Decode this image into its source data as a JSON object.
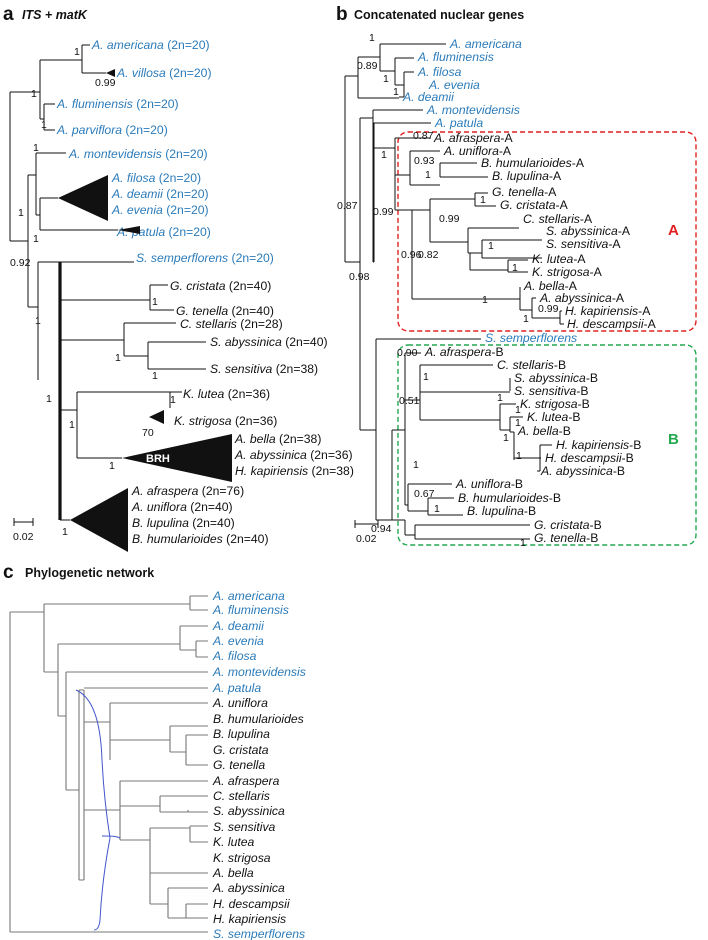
{
  "colors": {
    "blue": "#2b7bb9",
    "red": "#e02020",
    "green": "#22a94f",
    "ink": "#111111",
    "network_line": "#4455cc"
  },
  "panel_a": {
    "letter": "a",
    "title": "ITS + matK",
    "scale_label": "0.02",
    "clade_label": "BRH",
    "taxa": [
      {
        "name": "A. americana",
        "ploidy": " (2n=20)",
        "blue": true
      },
      {
        "name": "A. villosa",
        "ploidy": " (2n=20)",
        "blue": true
      },
      {
        "name": "A. fluminensis",
        "ploidy": " (2n=20)",
        "blue": true
      },
      {
        "name": "A. parviflora",
        "ploidy": " (2n=20)",
        "blue": true
      },
      {
        "name": "A. montevidensis",
        "ploidy": " (2n=20)",
        "blue": true
      },
      {
        "name": "A. filosa",
        "ploidy": " (2n=20)",
        "blue": true
      },
      {
        "name": "A. deamii",
        "ploidy": " (2n=20)",
        "blue": true
      },
      {
        "name": "A. evenia",
        "ploidy": " (2n=20)",
        "blue": true
      },
      {
        "name": "A. patula",
        "ploidy": " (2n=20)",
        "blue": true
      },
      {
        "name": "S. semperflorens",
        "ploidy": " (2n=20)",
        "blue": true
      },
      {
        "name": "G. cristata",
        "ploidy": " (2n=40)",
        "blue": false
      },
      {
        "name": "G. tenella",
        "ploidy": " (2n=40)",
        "blue": false
      },
      {
        "name": "C. stellaris",
        "ploidy": " (2n=28)",
        "blue": false
      },
      {
        "name": "S. abyssinica",
        "ploidy": " (2n=40)",
        "blue": false
      },
      {
        "name": "S. sensitiva",
        "ploidy": " (2n=38)",
        "blue": false
      },
      {
        "name": "K. lutea",
        "ploidy": " (2n=36)",
        "blue": false
      },
      {
        "name": "K. strigosa",
        "ploidy": " (2n=36)",
        "blue": false
      },
      {
        "name": "A. bella",
        "ploidy": " (2n=38)",
        "blue": false
      },
      {
        "name": "A. abyssinica",
        "ploidy": " (2n=36)",
        "blue": false
      },
      {
        "name": "H. kapiriensis",
        "ploidy": " (2n=38)",
        "blue": false
      },
      {
        "name": "A. afraspera",
        "ploidy": " (2n=76)",
        "blue": false
      },
      {
        "name": "A. uniflora",
        "ploidy": " (2n=40)",
        "blue": false
      },
      {
        "name": "B. lupulina",
        "ploidy": " (2n=40)",
        "blue": false
      },
      {
        "name": "B. humularioides",
        "ploidy": " (2n=40)",
        "blue": false
      }
    ],
    "supports": [
      "1",
      "0.99",
      "1",
      "1",
      "1",
      "1",
      "0.92",
      "1",
      "1",
      "1",
      "1",
      "1",
      "1",
      "1",
      "70",
      "1",
      "1",
      "1"
    ]
  },
  "panel_b": {
    "letter": "b",
    "title": "Concatenated nuclear genes",
    "scale_label": "0.02",
    "group_a": "A",
    "group_b": "B",
    "taxa_top": [
      {
        "name": "A. americana",
        "suffix": "",
        "blue": true
      },
      {
        "name": "A. fluminensis",
        "suffix": "",
        "blue": true
      },
      {
        "name": "A. filosa",
        "suffix": "",
        "blue": true
      },
      {
        "name": "A. evenia",
        "suffix": "",
        "blue": true
      },
      {
        "name": "A. deamii",
        "suffix": "",
        "blue": true
      },
      {
        "name": "A. montevidensis",
        "suffix": "",
        "blue": true
      },
      {
        "name": "A. patula",
        "suffix": "",
        "blue": true
      }
    ],
    "taxa_a": [
      {
        "name": "A. afraspera",
        "suffix": "-A"
      },
      {
        "name": "A. uniflora",
        "suffix": "-A"
      },
      {
        "name": "B. humularioides",
        "suffix": "-A"
      },
      {
        "name": "B. lupulina",
        "suffix": "-A"
      },
      {
        "name": "G. tenella",
        "suffix": "-A"
      },
      {
        "name": "G. cristata",
        "suffix": "-A"
      },
      {
        "name": "C. stellaris",
        "suffix": "-A"
      },
      {
        "name": "S. abyssinica",
        "suffix": "-A"
      },
      {
        "name": "S. sensitiva",
        "suffix": "-A"
      },
      {
        "name": "K. lutea",
        "suffix": "-A"
      },
      {
        "name": "K. strigosa",
        "suffix": "-A"
      },
      {
        "name": "A. bella",
        "suffix": "-A"
      },
      {
        "name": "A. abyssinica",
        "suffix": "-A"
      },
      {
        "name": "H. kapiriensis",
        "suffix": "-A"
      },
      {
        "name": "H. descampsii",
        "suffix": "-A"
      }
    ],
    "semperflorens": "S. semperflorens",
    "taxa_b": [
      {
        "name": "A. afraspera",
        "suffix": "-B"
      },
      {
        "name": "C. stellaris",
        "suffix": "-B"
      },
      {
        "name": "S. abyssinica",
        "suffix": "-B"
      },
      {
        "name": "S. sensitiva",
        "suffix": "-B"
      },
      {
        "name": "K. strigosa",
        "suffix": "-B"
      },
      {
        "name": "K. lutea",
        "suffix": "-B"
      },
      {
        "name": "A. bella",
        "suffix": "-B"
      },
      {
        "name": "H. kapiriensis",
        "suffix": "-B"
      },
      {
        "name": "H. descampsii",
        "suffix": "-B"
      },
      {
        "name": "A. abyssinica",
        "suffix": "-B"
      },
      {
        "name": "A. uniflora",
        "suffix": "-B"
      },
      {
        "name": "B. humularioides",
        "suffix": "-B"
      },
      {
        "name": "B. lupulina",
        "suffix": "-B"
      },
      {
        "name": "G. cristata",
        "suffix": "-B"
      },
      {
        "name": "G. tenella",
        "suffix": "-B"
      }
    ],
    "supports": [
      "1",
      "0.89",
      "1",
      "1",
      "0.87",
      "1",
      "0.93",
      "1",
      "0.87",
      "1",
      "0.99",
      "0.99",
      "1",
      "0.96",
      "0.82",
      "1",
      "1",
      "1",
      "0.99",
      "0.98",
      "0.90",
      "1",
      "0.51",
      "1",
      "1",
      "1",
      "1",
      "1",
      "1",
      "0.67",
      "1",
      "1",
      "0.94"
    ]
  },
  "panel_c": {
    "letter": "c",
    "title": "Phylogenetic network",
    "taxa": [
      {
        "name": "A. americana",
        "blue": true
      },
      {
        "name": "A. fluminensis",
        "blue": true
      },
      {
        "name": "A. deamii",
        "blue": true
      },
      {
        "name": "A. evenia",
        "blue": true
      },
      {
        "name": "A. filosa",
        "blue": true
      },
      {
        "name": "A. montevidensis",
        "blue": true
      },
      {
        "name": "A. patula",
        "blue": true
      },
      {
        "name": "A. uniflora",
        "blue": false
      },
      {
        "name": "B. humularioides",
        "blue": false
      },
      {
        "name": "B. lupulina",
        "blue": false
      },
      {
        "name": "G. cristata",
        "blue": false
      },
      {
        "name": "G. tenella",
        "blue": false
      },
      {
        "name": "A. afraspera",
        "blue": false
      },
      {
        "name": "C. stellaris",
        "blue": false
      },
      {
        "name": "S. abyssinica",
        "blue": false
      },
      {
        "name": "S. sensitiva",
        "blue": false
      },
      {
        "name": "K. lutea",
        "blue": false
      },
      {
        "name": "K. strigosa",
        "blue": false
      },
      {
        "name": "A. bella",
        "blue": false
      },
      {
        "name": "A. abyssinica",
        "blue": false
      },
      {
        "name": "H. descampsii",
        "blue": false
      },
      {
        "name": "H. kapiriensis",
        "blue": false
      },
      {
        "name": "S. semperflorens",
        "blue": true
      }
    ]
  }
}
